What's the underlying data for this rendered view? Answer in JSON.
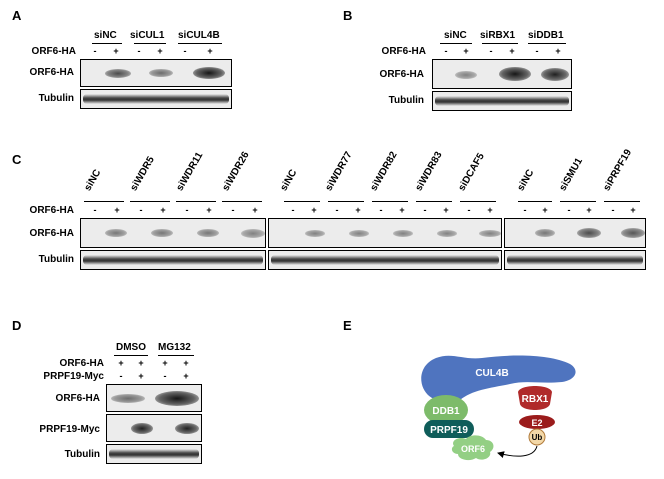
{
  "panels": {
    "A": {
      "label": "A",
      "groups": [
        "siNC",
        "siCUL1",
        "siCUL4B"
      ],
      "treat_label": "ORF6-HA",
      "signs": [
        "-",
        "+",
        "-",
        "+",
        "-",
        "+"
      ],
      "row1": "ORF6-HA",
      "row2": "Tubulin",
      "band_intensity": [
        0,
        0.6,
        0,
        0.5,
        0,
        1.0
      ]
    },
    "B": {
      "label": "B",
      "groups": [
        "siNC",
        "siRBX1",
        "siDDB1"
      ],
      "treat_label": "ORF6-HA",
      "signs": [
        "-",
        "+",
        "-",
        "+",
        "-",
        "+"
      ],
      "row1": "ORF6-HA",
      "row2": "Tubulin",
      "band_intensity": [
        0,
        0.4,
        0,
        1.0,
        0,
        0.9
      ]
    },
    "C": {
      "label": "C",
      "groups": [
        "siNC",
        "siWDR5",
        "siWDR11",
        "siWDR26",
        "siNC",
        "siWDR77",
        "siWDR82",
        "siWDR83",
        "siDCAF5",
        "siNC",
        "siSMU1",
        "siPRPF19"
      ],
      "treat_label": "ORF6-HA",
      "signs": [
        "-",
        "+"
      ],
      "row1": "ORF6-HA",
      "row2": "Tubulin"
    },
    "D": {
      "label": "D",
      "groups": [
        "DMSO",
        "MG132"
      ],
      "treat1_label": "ORF6-HA",
      "treat2_label": "PRPF19-Myc",
      "treat1_signs": [
        "+",
        "+",
        "+",
        "+"
      ],
      "treat2_signs": [
        "-",
        "+",
        "-",
        "+"
      ],
      "row1": "ORF6-HA",
      "row2": "PRPF19-Myc",
      "row3": "Tubulin"
    },
    "E": {
      "label": "E",
      "cul4b": "CUL4B",
      "ddb1": "DDB1",
      "rbx1": "RBX1",
      "prpf19": "PRPF19",
      "e2": "E2",
      "ub": "Ub",
      "orf6": "ORF6",
      "colors": {
        "cul4b": "#4f74bf",
        "ddb1": "#7dbb6a",
        "prpf19": "#0f5d5a",
        "rbx1": "#b02a2a",
        "e2": "#9b1c1c",
        "ub": "#f3d8a8",
        "orf6": "#93cf84"
      }
    }
  }
}
